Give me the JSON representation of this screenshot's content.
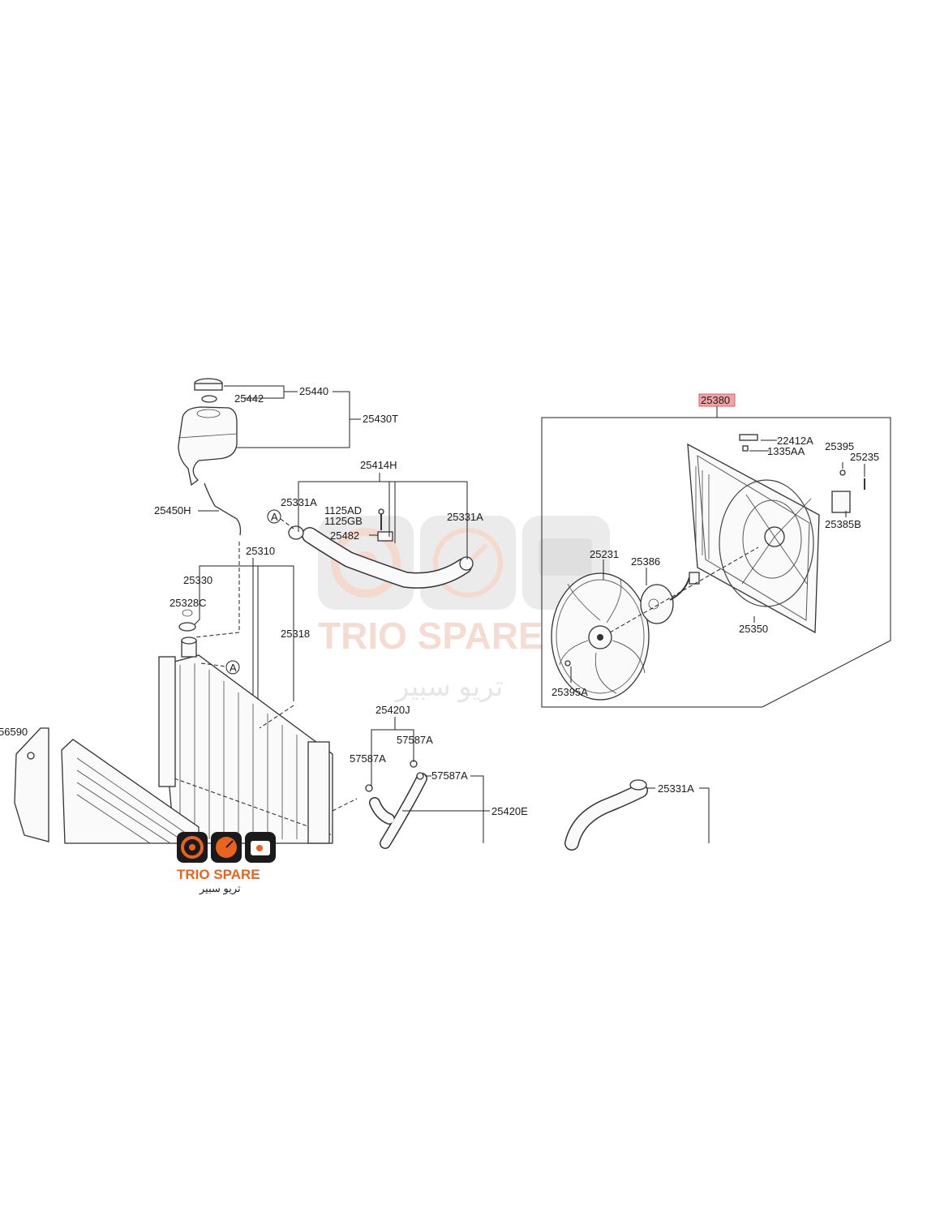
{
  "labels": {
    "cap_assy": "25440",
    "cap_seal": "25442",
    "reservoir": "25430T",
    "reservoir_hose": "25450H",
    "hose_assy": "25414H",
    "clamp_left": "25331A",
    "clamp_right": "25331A",
    "bolt_a": "1125AD",
    "bolt_b": "1125GB",
    "bracket": "25482",
    "radiator": "25310",
    "drain_plug": "25330",
    "oring": "25328C",
    "seal": "25318",
    "shroud_assy": "25380",
    "wire_clip": "22412A",
    "clip": "1335AA",
    "screw_a": "25395",
    "motor_bolt": "25235",
    "resistor": "25385B",
    "fan": "25231",
    "motor": "25386",
    "shroud": "25350",
    "screw_b": "25395A",
    "hose_j": "25420J",
    "clamp_57a": "57587A",
    "clamp_57b": "57587A",
    "clamp_57c": "57587A",
    "hose_e": "25420E",
    "clamp_lower": "25331A",
    "partial_left": "56590",
    "ref_a1": "A",
    "ref_a2": "A"
  },
  "watermark": {
    "brand": "TRIO SPARE",
    "arabic": "تريو سبير"
  },
  "logo": {
    "brand": "TRIO SPARE",
    "arabic": "تريو سبير"
  },
  "colors": {
    "highlight_fill": "#f2a3a3",
    "highlight_stroke": "#d06060",
    "logo_orange": "#e8641c",
    "logo_dark": "#1a1a1a"
  },
  "icons": [
    "gauge-icon",
    "speedometer-icon",
    "engine-icon"
  ]
}
